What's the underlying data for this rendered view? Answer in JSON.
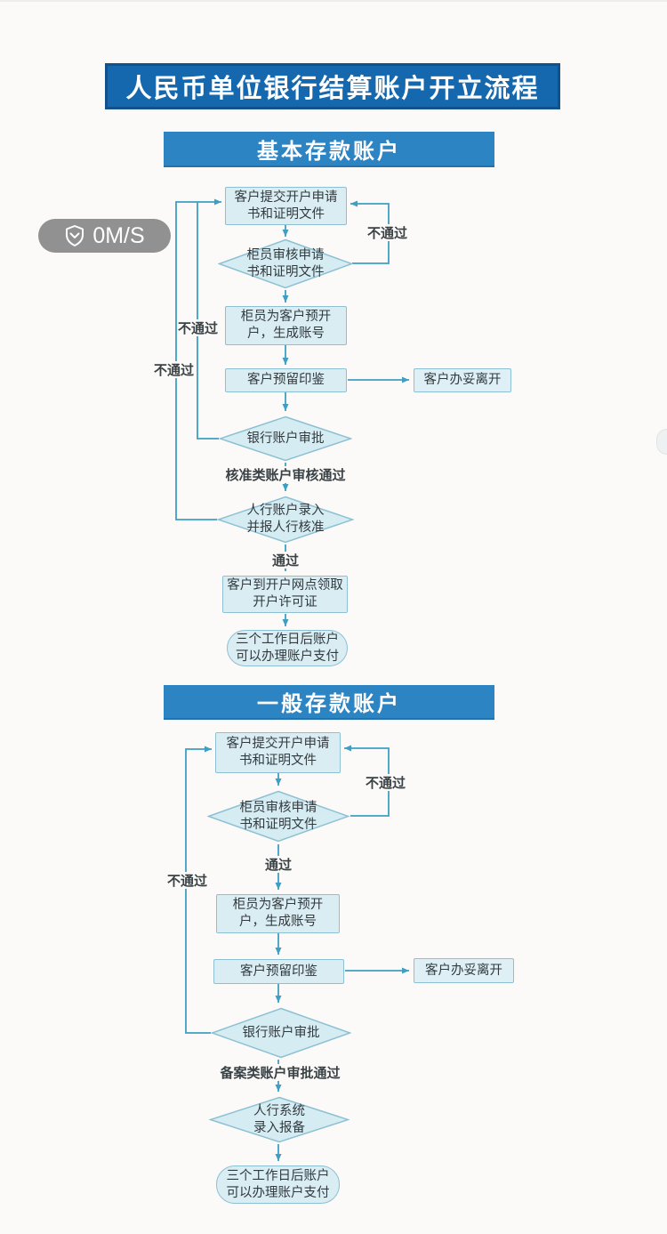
{
  "page": {
    "title": "人民币单位银行结算账户开立流程"
  },
  "overlay": {
    "speed": "0M/S",
    "icon": "shield-check-icon"
  },
  "colors": {
    "title_banner": "#1568ad",
    "section_banner": "#2d84c3",
    "node_fill": "#d9edf3",
    "node_border": "#8cc0d2",
    "arrow": "#3f9fc2"
  },
  "sections": [
    {
      "banner": "基本存款账户",
      "nodes": {
        "submit": "客户提交开户申请\n书和证明文件",
        "review": "柜员审核申请\n书和证明文件",
        "preopen": "柜员为客户预开\n户，生成账号",
        "seal": "客户预留印鉴",
        "leave": "客户办妥离开",
        "bank_approval": "银行账户审批",
        "pboc": "人行账户录入\n并报人行核准",
        "permit": "客户到开户网点领取\n开户许可证",
        "end": "三个工作日后账户\n可以办理账户支付"
      },
      "labels": {
        "fail_right": "不通过",
        "fail_left_inner": "不通过",
        "fail_left_outer": "不通过",
        "approved": "核准类账户审核通过",
        "pass": "通过"
      }
    },
    {
      "banner": "一般存款账户",
      "nodes": {
        "submit": "客户提交开户申请\n书和证明文件",
        "review": "柜员审核申请\n书和证明文件",
        "preopen": "柜员为客户预开\n户，生成账号",
        "seal": "客户预留印鉴",
        "leave": "客户办妥离开",
        "bank_approval": "银行账户审批",
        "pboc": "人行系统\n录入报备",
        "end": "三个工作日后账户\n可以办理账户支付"
      },
      "labels": {
        "fail_right": "不通过",
        "fail_left": "不通过",
        "pass": "通过",
        "recorded": "备案类账户审批通过"
      }
    }
  ]
}
